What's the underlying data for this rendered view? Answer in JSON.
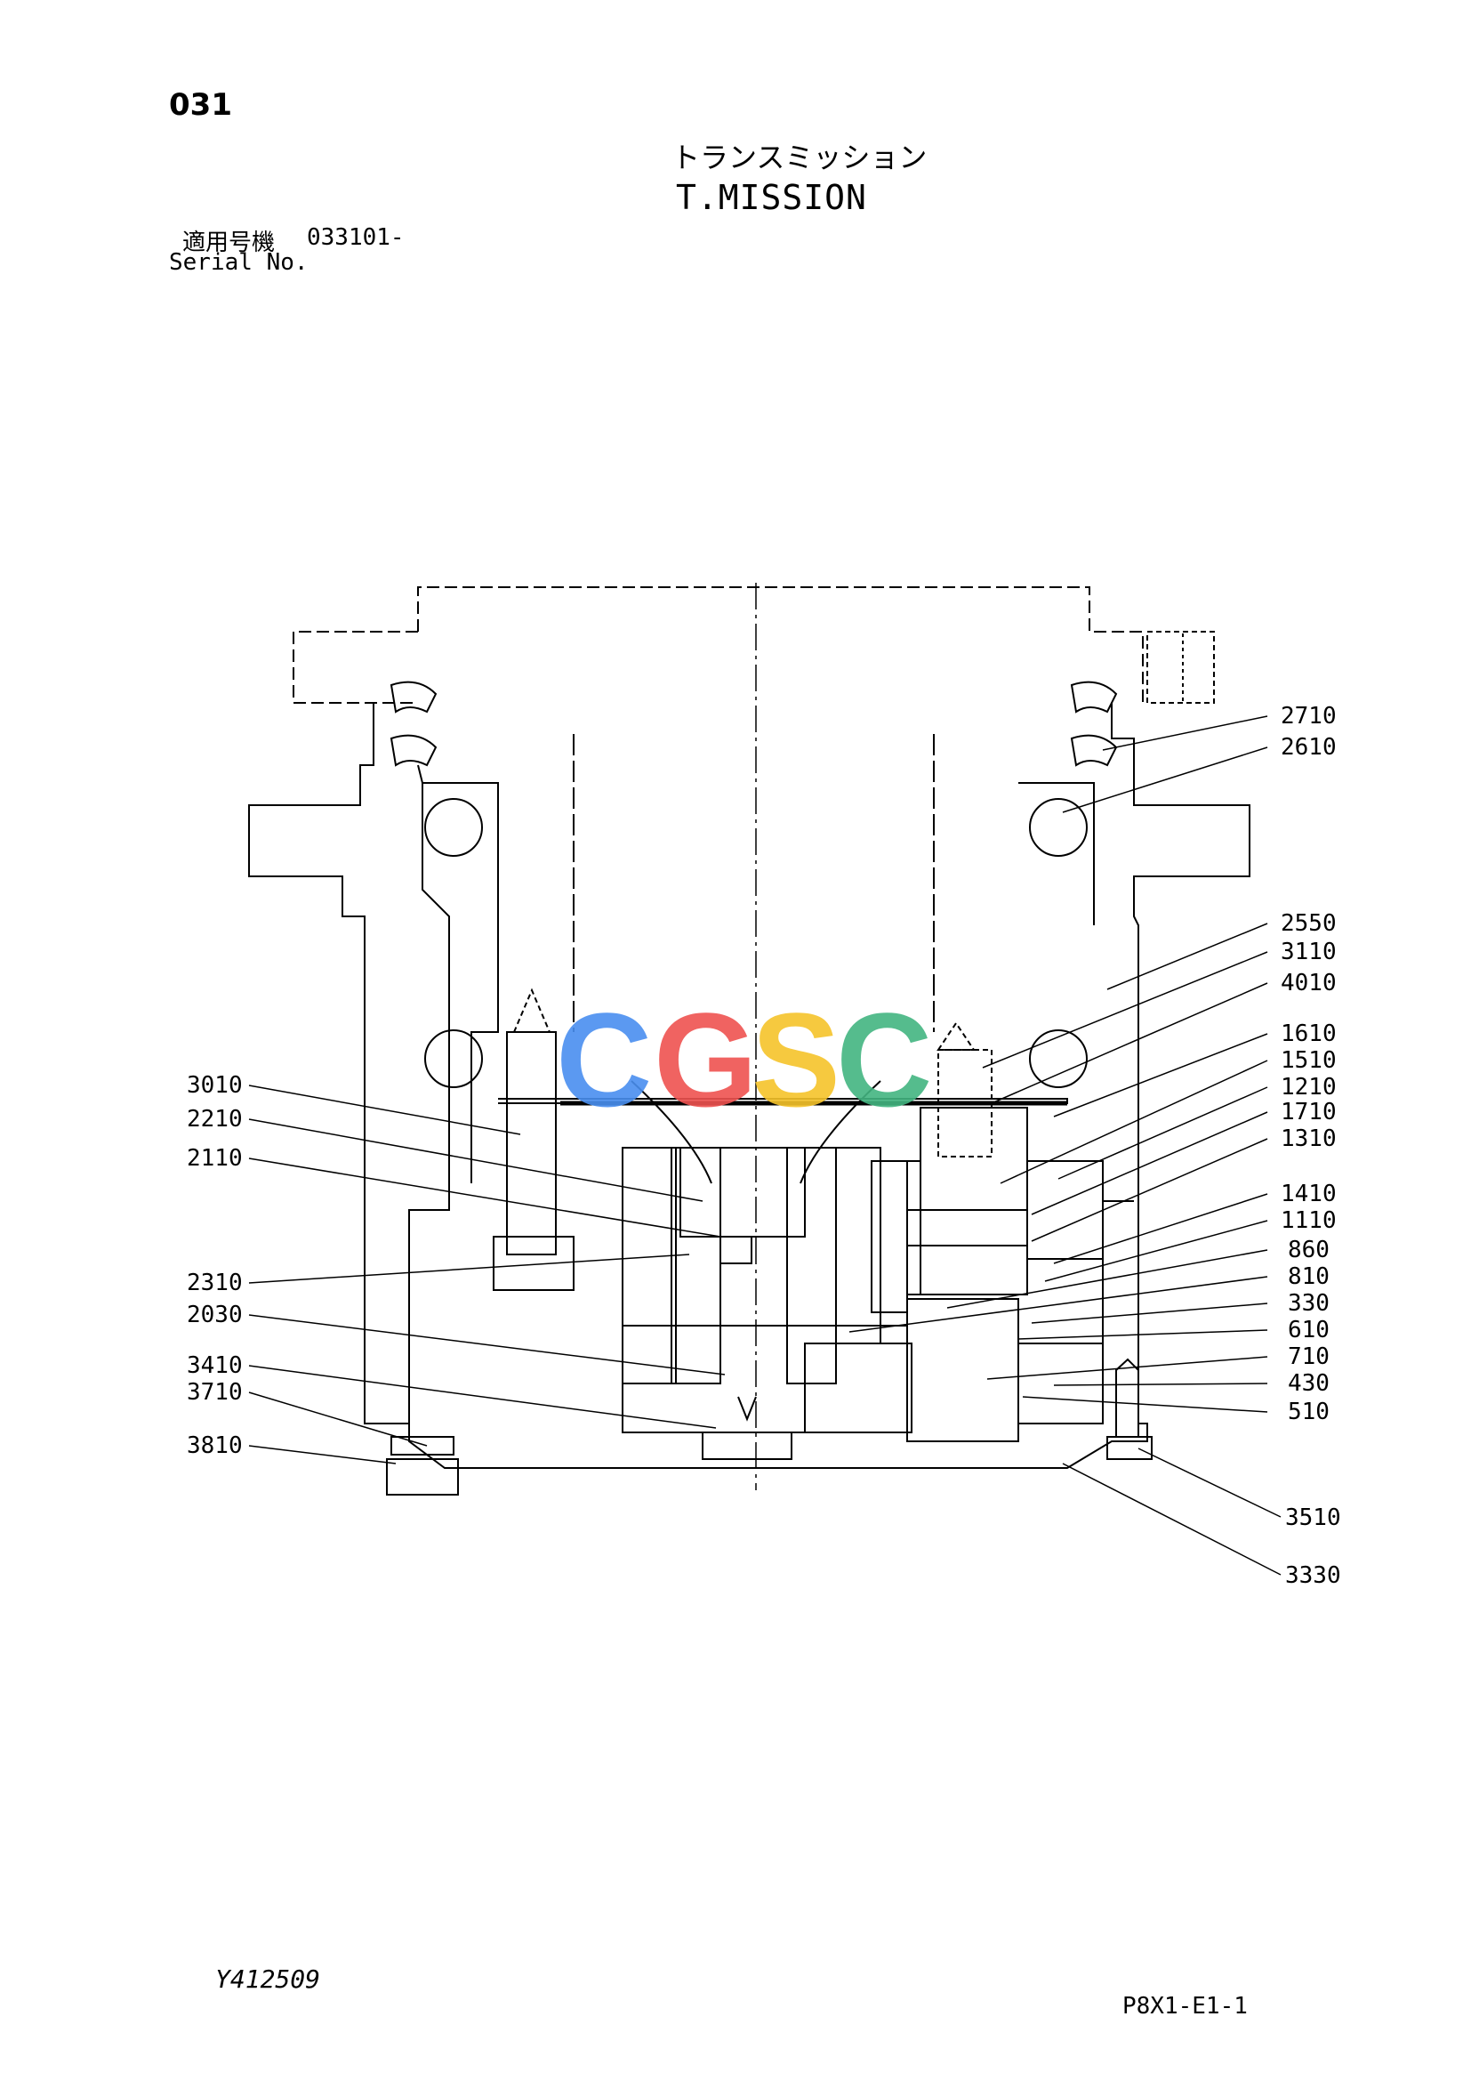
{
  "page_number": "031",
  "title_jp": "トランスミッション",
  "title_en": "T.MISSION",
  "serial_label_jp": "適用号機",
  "serial_value": "033101-",
  "serial_label_en": "Serial No.",
  "drawing_number": "Y412509",
  "sheet_number": "P8X1-E1-1",
  "watermark": {
    "letters": [
      "C",
      "G",
      "S",
      "C"
    ],
    "colors": [
      "#4a8ff0",
      "#ef5350",
      "#f6c42b",
      "#43b581"
    ]
  },
  "callouts": [
    {
      "id": "2710",
      "label": "2710",
      "side": "right"
    },
    {
      "id": "2610",
      "label": "2610",
      "side": "right"
    },
    {
      "id": "2550",
      "label": "2550",
      "side": "right"
    },
    {
      "id": "3110",
      "label": "3110",
      "side": "right"
    },
    {
      "id": "4010",
      "label": "4010",
      "side": "right"
    },
    {
      "id": "1610",
      "label": "1610",
      "side": "right"
    },
    {
      "id": "1510",
      "label": "1510",
      "side": "right"
    },
    {
      "id": "1210",
      "label": "1210",
      "side": "right"
    },
    {
      "id": "1710",
      "label": "1710",
      "side": "right"
    },
    {
      "id": "1310",
      "label": "1310",
      "side": "right"
    },
    {
      "id": "1410",
      "label": "1410",
      "side": "right"
    },
    {
      "id": "1110",
      "label": "1110",
      "side": "right"
    },
    {
      "id": "860",
      "label": "860",
      "side": "right"
    },
    {
      "id": "810",
      "label": "810",
      "side": "right"
    },
    {
      "id": "330",
      "label": "330",
      "side": "right"
    },
    {
      "id": "610",
      "label": "610",
      "side": "right"
    },
    {
      "id": "710",
      "label": "710",
      "side": "right"
    },
    {
      "id": "430",
      "label": "430",
      "side": "right"
    },
    {
      "id": "510",
      "label": "510",
      "side": "right"
    },
    {
      "id": "3510",
      "label": "3510",
      "side": "right"
    },
    {
      "id": "3330",
      "label": "3330",
      "side": "right"
    },
    {
      "id": "3010",
      "label": "3010",
      "side": "left"
    },
    {
      "id": "2210",
      "label": "2210",
      "side": "left"
    },
    {
      "id": "2110",
      "label": "2110",
      "side": "left"
    },
    {
      "id": "2310",
      "label": "2310",
      "side": "left"
    },
    {
      "id": "2030",
      "label": "2030",
      "side": "left"
    },
    {
      "id": "3410",
      "label": "3410",
      "side": "left"
    },
    {
      "id": "3710",
      "label": "3710",
      "side": "left"
    },
    {
      "id": "3810",
      "label": "3810",
      "side": "left"
    }
  ]
}
